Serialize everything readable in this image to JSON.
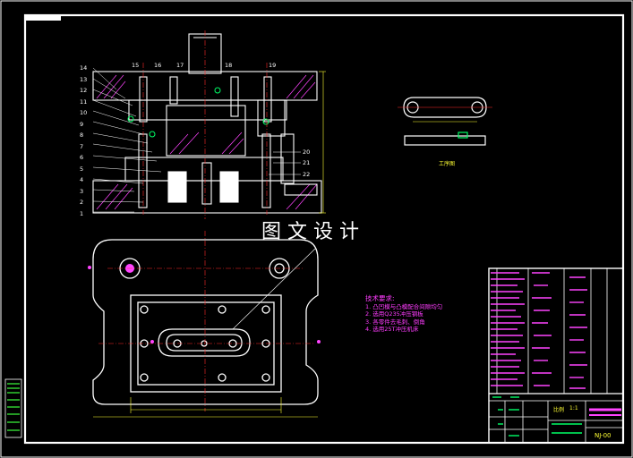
{
  "watermark": "图文设计",
  "part_numbers_left": [
    "14",
    "13",
    "12",
    "11",
    "10",
    "9",
    "8",
    "7",
    "6",
    "5",
    "4",
    "3",
    "2",
    "1"
  ],
  "part_numbers_top": [
    "15",
    "16",
    "17",
    "18",
    "19"
  ],
  "part_numbers_right": [
    "20",
    "21",
    "22"
  ],
  "view_label": "工序图",
  "tech_requirements": {
    "title": "技术要求:",
    "items": [
      "1. 凸凹模与凸模配合间隙均匀",
      "2. 选用Q235冲压钢板",
      "3. 各零件去毛刺、倒角",
      "4. 选用25T冲压机床"
    ]
  },
  "title_block": {
    "drawing_number": "NJ-00",
    "scale_label": "比例",
    "scale_value": "1:1"
  },
  "colors": {
    "background": "#000000",
    "outline": "#ffffff",
    "centerline": "#ff2a2a",
    "dimension": "#ffff33",
    "hatch": "#ff44ff",
    "fastener": "#00ff66"
  }
}
